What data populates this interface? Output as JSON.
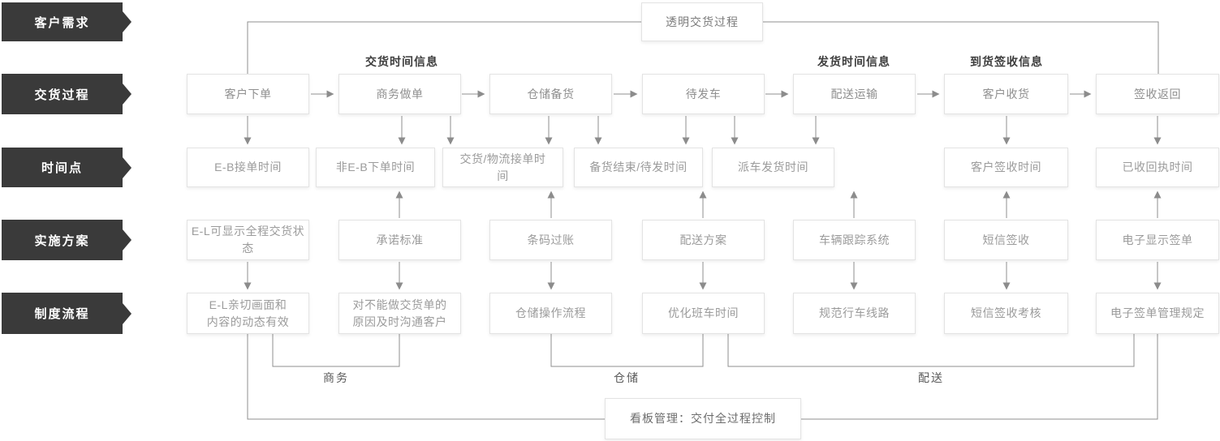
{
  "side_labels": [
    "客户需求",
    "交货过程",
    "时间点",
    "实施方案",
    "制度流程"
  ],
  "top_box": "透明交货过程",
  "group_headers": [
    "交货时间信息",
    "发货时间信息",
    "到货签收信息"
  ],
  "process_row": [
    "客户下单",
    "商务做单",
    "仓储备货",
    "待发车",
    "配送运输",
    "客户收货",
    "签收返回"
  ],
  "timepoint_row": [
    "E-B接单时间",
    "非E-B下单时间",
    "交货/物流接单时间",
    "备货结束/待发时间",
    "派车发货时间",
    "客户签收时间",
    "已收回执时间"
  ],
  "solution_row": [
    "E-L可显示全程交货状态",
    "承诺标准",
    "条码过账",
    "配送方案",
    "车辆跟踪系统",
    "短信签收",
    "电子显示签单"
  ],
  "procedure_row": [
    "E-L亲切画面和\n内容的动态有效",
    "对不能做交货单的\n原因及时沟通客户",
    "仓储操作流程",
    "优化班车时间",
    "规范行车线路",
    "短信签收考核",
    "电子签单管理规定"
  ],
  "bottom_groups": [
    "商务",
    "仓储",
    "配送"
  ],
  "bottom_box": "看板管理：交付全过程控制",
  "colors": {
    "label_bg": "#3a3a3a",
    "line": "#8f8f8f",
    "box_border": "#e3e3e3",
    "box_text": "#9b9b9b",
    "header_text": "#3d3d3d"
  }
}
